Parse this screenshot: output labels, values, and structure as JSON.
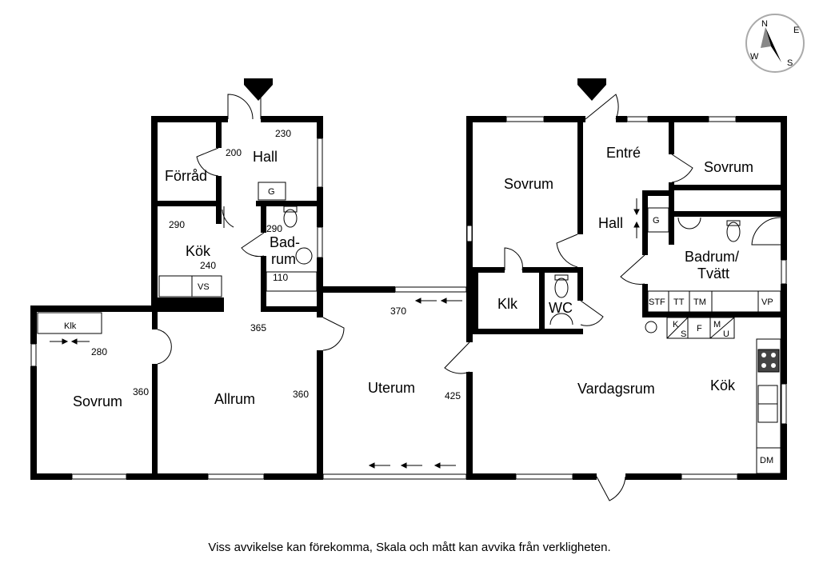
{
  "rooms": {
    "forrad": "Förråd",
    "hall_left": "Hall",
    "kok_left": "Kök",
    "badrum_left_1": "Bad-",
    "badrum_left_2": "rum",
    "sovrum_left": "Sovrum",
    "allrum": "Allrum",
    "uterum": "Uterum",
    "sovrum_mid": "Sovrum",
    "entre": "Entré",
    "sovrum_right": "Sovrum",
    "hall_right": "Hall",
    "badrum_right_1": "Badrum/",
    "badrum_right_2": "Tvätt",
    "klk_right": "Klk",
    "wc": "WC",
    "vardagsrum": "Vardagsrum",
    "kok_right": "Kök"
  },
  "fixtures": {
    "g_left": "G",
    "g_right": "G",
    "vs": "VS",
    "klk_left": "Klk",
    "stf": "STF",
    "tt": "TT",
    "tm": "TM",
    "vp": "VP",
    "k": "K",
    "s": "S",
    "f": "F",
    "m": "M",
    "u": "U",
    "dm": "DM"
  },
  "dimensions": {
    "d200": "200",
    "d230": "230",
    "d290a": "290",
    "d290b": "290",
    "d240": "240",
    "d110": "110",
    "d365": "365",
    "d370": "370",
    "d280": "280",
    "d360a": "360",
    "d360b": "360",
    "d425": "425"
  },
  "compass": {
    "n": "N",
    "e": "E",
    "s": "S",
    "w": "W"
  },
  "disclaimer": "Viss avvikelse kan förekomma, Skala och mått kan avvika från verkligheten."
}
